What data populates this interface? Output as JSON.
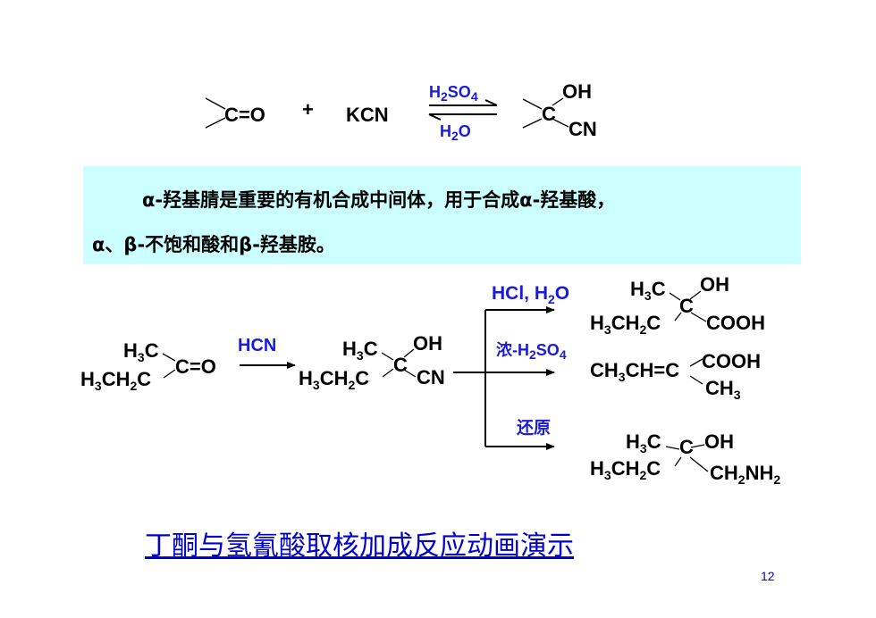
{
  "top_reaction": {
    "reactant": "C=O",
    "plus": "+",
    "reagent": "KCN",
    "forward_condition": {
      "main": "H",
      "sub1": "2",
      "mid": "SO",
      "sub2": "4"
    },
    "reverse_condition": {
      "main": "H",
      "sub": "2",
      "tail": "O"
    },
    "product_center": "C",
    "product_oh": "OH",
    "product_cn": "CN"
  },
  "note": {
    "line1": "α-羟基腈是重要的有机合成中间体，用于合成α-羟基酸，",
    "line2": "α、β-不饱和酸和β-羟基胺。"
  },
  "butanone": {
    "h3c": {
      "a": "H",
      "sub": "3",
      "b": "C"
    },
    "h3ch2c": {
      "a": "H",
      "s1": "3",
      "b": "CH",
      "s2": "2",
      "c": "C"
    },
    "carbonyl": "C=O"
  },
  "hcn_label": "HCN",
  "cyanohydrin": {
    "h3c": {
      "a": "H",
      "sub": "3",
      "b": "C"
    },
    "h3ch2c": {
      "a": "H",
      "s1": "3",
      "b": "CH",
      "s2": "2",
      "c": "C"
    },
    "center": "C",
    "oh": "OH",
    "cn": "CN"
  },
  "branch_conditions": {
    "hydrolysis": {
      "a": "HCl, H",
      "sub": "2",
      "b": "O"
    },
    "dehydration": {
      "a": "浓-H",
      "sub1": "2",
      "b": "SO",
      "sub2": "4"
    },
    "reduction": "还原"
  },
  "product_acid": {
    "h3c": {
      "a": "H",
      "sub": "3",
      "b": "C"
    },
    "center": "C",
    "oh": "OH",
    "h3ch2c": {
      "a": "H",
      "s1": "3",
      "b": "CH",
      "s2": "2",
      "c": "C"
    },
    "cooh": "COOH"
  },
  "product_unsat": {
    "left": {
      "a": "CH",
      "s1": "3",
      "b": "CH=C"
    },
    "cooh": "COOH",
    "ch3": {
      "a": "CH",
      "sub": "3"
    }
  },
  "product_amine": {
    "h3c": {
      "a": "H",
      "sub": "3",
      "b": "C"
    },
    "center": "C",
    "oh": "OH",
    "h3ch2c": {
      "a": "H",
      "s1": "3",
      "b": "CH",
      "s2": "2",
      "c": "C"
    },
    "ch2nh2": {
      "a": "CH",
      "s1": "2",
      "b": "NH",
      "s2": "2"
    }
  },
  "animation_link": "丁酮与氢氰酸取核加成反应动画演示",
  "page_number": "12"
}
